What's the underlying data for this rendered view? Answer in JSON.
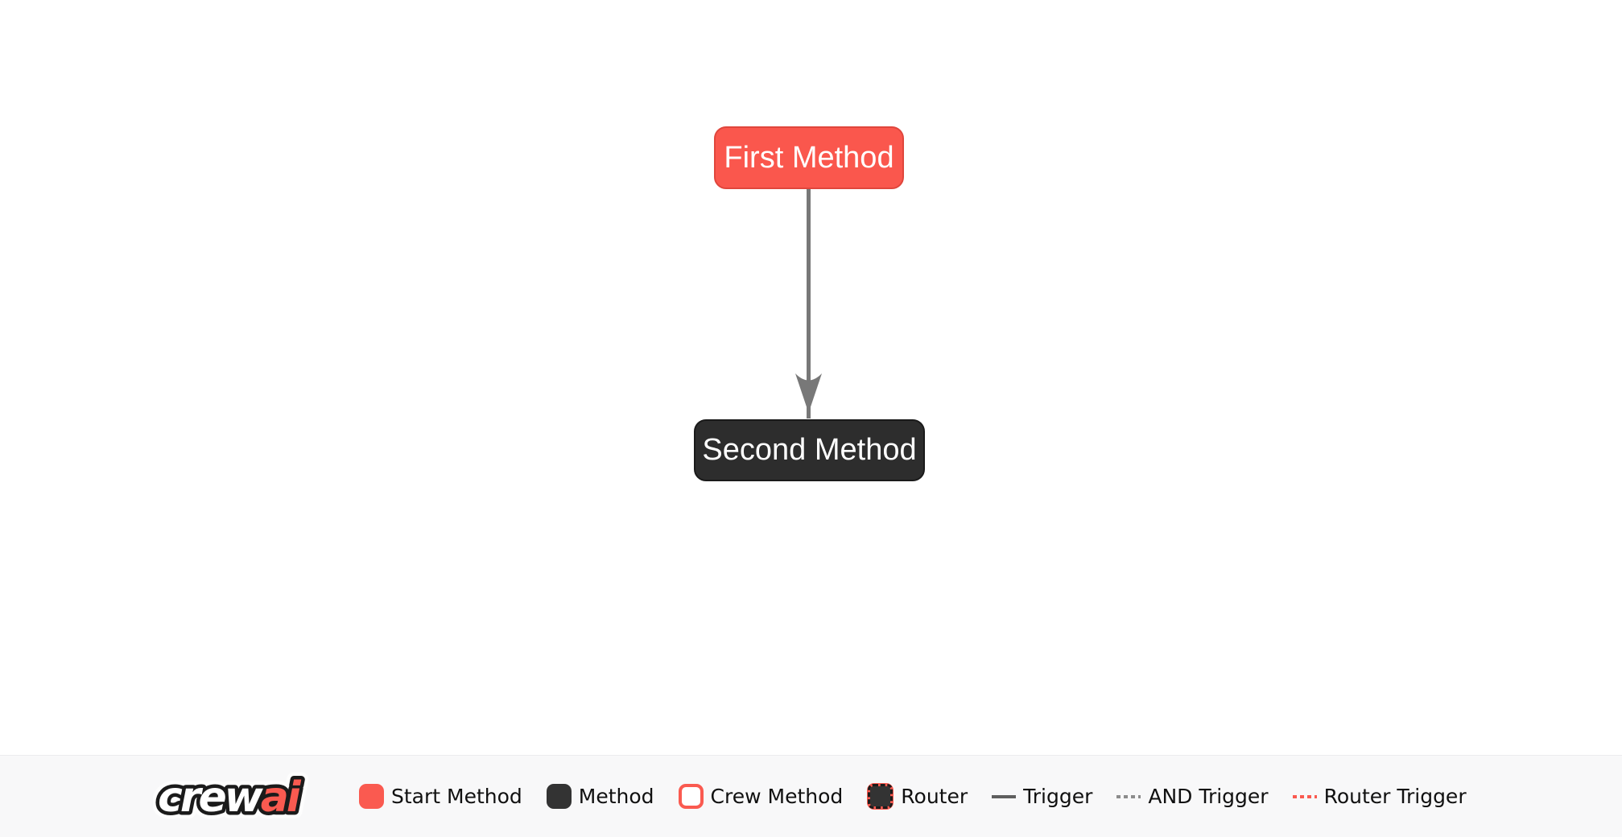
{
  "canvas": {
    "nodes": [
      {
        "label": "First Method",
        "type": "start-method"
      },
      {
        "label": "Second Method",
        "type": "method"
      }
    ],
    "edges": [
      {
        "from": "First Method",
        "to": "Second Method",
        "type": "trigger"
      }
    ]
  },
  "colors": {
    "start_method_fill": "#FA574D",
    "start_method_border": "#E0463C",
    "method_fill": "#2D2D2D",
    "method_border": "#1A1A1A",
    "edge": "#787878",
    "accent_red": "#FA5A50",
    "footer_background": "#F8F8F9",
    "legend_dark": "#333333",
    "trigger_line": "#5F5F5F",
    "and_trigger_line": "#8C8C8C"
  },
  "footer": {
    "logo": {
      "part1": "crew",
      "part2": "ai"
    },
    "legend": [
      {
        "label": "Start Method"
      },
      {
        "label": "Method"
      },
      {
        "label": "Crew Method"
      },
      {
        "label": "Router"
      },
      {
        "label": "Trigger"
      },
      {
        "label": "AND Trigger"
      },
      {
        "label": "Router Trigger"
      }
    ]
  }
}
